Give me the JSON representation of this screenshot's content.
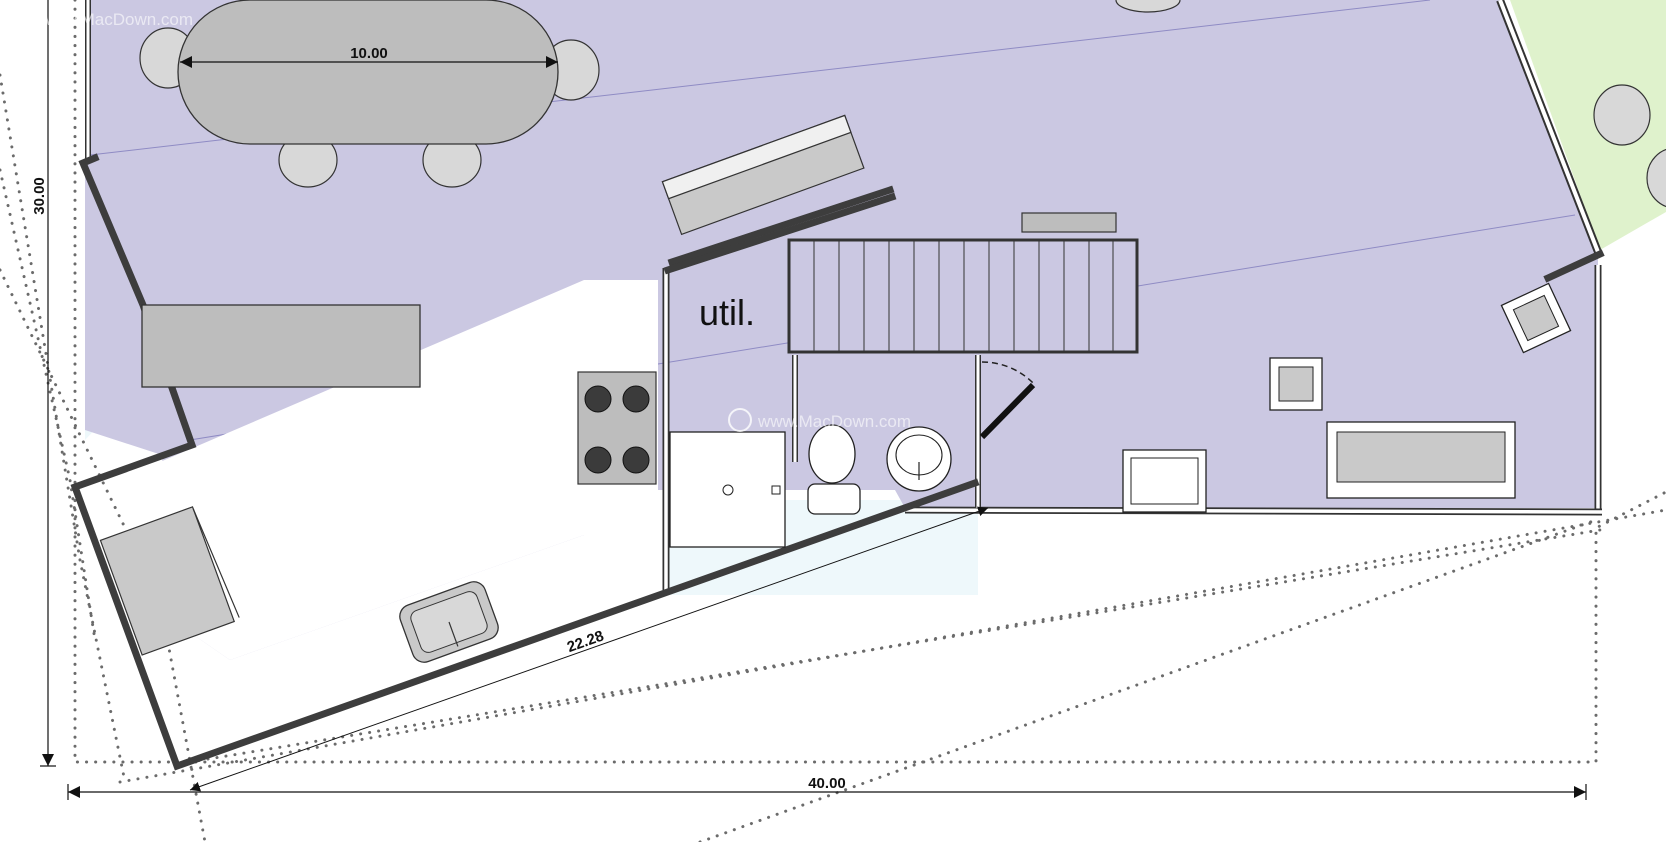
{
  "plan": {
    "room_label": "util.",
    "dimensions": {
      "table_width": "10.00",
      "left_height": "30.00",
      "diagonal_wall": "22.28",
      "bottom_width": "40.00"
    }
  },
  "watermark": {
    "text": "www.MacDown.com"
  },
  "colors": {
    "floor": "#cbc8e2",
    "lawn": "#dff2cc",
    "pale_blue": "#eef8fb",
    "wall": "#3d3d3d",
    "furniture": "#bdbdbd"
  }
}
